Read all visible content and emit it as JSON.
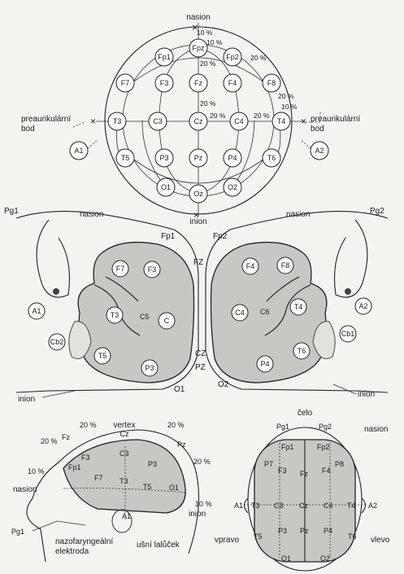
{
  "top": {
    "nasion": "nasion",
    "inion": "inion",
    "pre_left_1": "preaurikulární",
    "pre_left_2": "bod",
    "pre_right_1": "preaurikulární",
    "pre_right_2": "bod",
    "pct10": "10 %",
    "pct20": "20 %",
    "electrodes": {
      "fpz": "Fpz",
      "fp1": "Fp1",
      "fp2": "Fp2",
      "f7": "F7",
      "f3": "F3",
      "fz": "Fz",
      "f4": "F4",
      "f8": "F8",
      "t3": "T3",
      "c3": "C3",
      "cz": "Cz",
      "c4": "C4",
      "t4": "T4",
      "t5": "T5",
      "p3": "P3",
      "pz": "Pz",
      "p4": "P4",
      "t6": "T6",
      "o1": "O1",
      "oz": "Oz",
      "o2": "O2",
      "a1": "A1",
      "a2": "A2"
    }
  },
  "middle": {
    "pg1": "Pg1",
    "pg2": "Pg2",
    "nasion_l": "nasion",
    "nasion_r": "nasion",
    "fp1": "Fp1",
    "fp2": "Fp2",
    "fz": "FZ",
    "cz": "CZ",
    "pz": "PZ",
    "f7": "F7",
    "f3": "F3",
    "f4": "F4",
    "f8": "F8",
    "c5": "C5",
    "c": "C",
    "c4": "C4",
    "c6": "C6",
    "t3": "T3",
    "t4": "T4",
    "t5": "T5",
    "t6": "T6",
    "p3": "P3",
    "p4": "P4",
    "o1": "O1",
    "o2": "O2",
    "a1": "A1",
    "a2": "A2",
    "cb1": "Cb1",
    "cb2": "Cb2",
    "inion_l": "inion",
    "inion_r": "inion"
  },
  "side": {
    "vertex": "vertex",
    "cz": "Cz",
    "pct20a": "20 %",
    "pct20b": "20 %",
    "pct20c": "20 %",
    "pct20d": "20 %",
    "pct10a": "10 %",
    "pct10b": "10 %",
    "fz": "Fz",
    "pz": "Pz",
    "f3": "F3",
    "c3": "C3",
    "p3": "P3",
    "fp1": "Fp1",
    "f7": "F7",
    "t3": "T3",
    "t5": "T5",
    "o1": "O1",
    "a1": "A1",
    "nasion": "nasion",
    "inion": "inion",
    "pg1": "Pg1",
    "nazo1": "nazofaryngeální",
    "nazo2": "elektroda",
    "ear": "ušní lalůček"
  },
  "topview": {
    "celo": "čelo",
    "pg1": "Pg1",
    "pg2": "Pg2",
    "nasion": "nasion",
    "fp1": "Fp1",
    "fp2": "Fp2",
    "p7": "P7",
    "p8": "P8",
    "f3": "F3",
    "fz": "Fz",
    "f4": "F4",
    "a1": "A1",
    "t3": "T3",
    "c3": "C3",
    "cz": "Cz",
    "c4": "C4",
    "t4": "T4",
    "a2": "A2",
    "t5": "T5",
    "p3": "P3",
    "pz": "Pz",
    "p4": "P4",
    "t6": "T6",
    "o1": "O1",
    "o2": "O2",
    "vpravo": "vpravo",
    "vlevo": "vlevo"
  }
}
